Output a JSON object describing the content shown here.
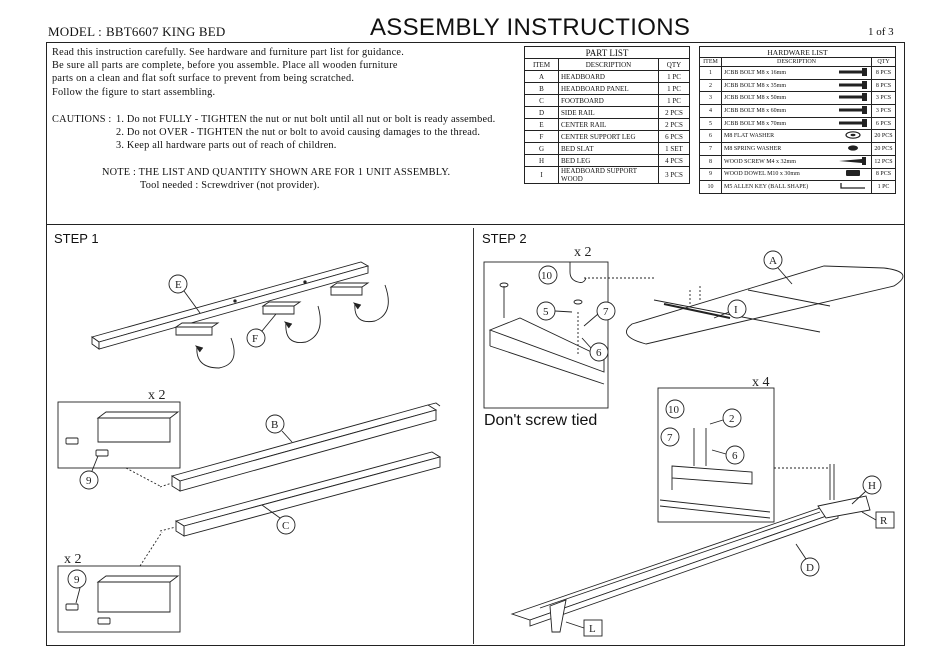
{
  "header": {
    "model_label": "MODEL :",
    "model_value": "BBT6607 KING BED",
    "title": "ASSEMBLY INSTRUCTIONS",
    "page": "1 of 3"
  },
  "intro": [
    "Read this instruction carefully. See hardware and furniture part list for guidance.",
    "Be sure all parts are complete, before you assemble. Place all wooden furniture",
    "parts on a clean and flat soft surface to prevent from being scratched.",
    "Follow the figure to start assembling."
  ],
  "cautions": {
    "label": "CAUTIONS :",
    "items": [
      "1. Do not FULLY - TIGHTEN the nut or nut bolt until all nut or bolt is ready assembed.",
      "2. Do not OVER - TIGHTEN the nut or bolt to avoid causing damages to the thread.",
      "3. Keep all hardware parts out of reach of children."
    ]
  },
  "note": {
    "line1": "NOTE : THE LIST AND QUANTITY SHOWN ARE FOR 1 UNIT ASSEMBLY.",
    "line2": "Tool needed : Screwdriver (not provider)."
  },
  "part_list": {
    "caption": "PART LIST",
    "headers": [
      "ITEM",
      "DESCRIPTION",
      "QTY"
    ],
    "rows": [
      [
        "A",
        "HEADBOARD",
        "1 PC"
      ],
      [
        "B",
        "HEADBOARD PANEL",
        "1 PC"
      ],
      [
        "C",
        "FOOTBOARD",
        "1 PC"
      ],
      [
        "D",
        "SIDE RAIL",
        "2 PCS"
      ],
      [
        "E",
        "CENTER RAIL",
        "2 PCS"
      ],
      [
        "F",
        "CENTER SUPPORT LEG",
        "6 PCS"
      ],
      [
        "G",
        "BED SLAT",
        "1 SET"
      ],
      [
        "H",
        "BED LEG",
        "4 PCS"
      ],
      [
        "I",
        "HEADBOARD SUPPORT WOOD",
        "3 PCS"
      ]
    ]
  },
  "hardware_list": {
    "caption": "HARDWARE LIST",
    "headers": [
      "ITEM",
      "DESCRIPTION",
      "QTY"
    ],
    "rows": [
      {
        "item": "1",
        "desc": "JCBB BOLT M8 x 16mm",
        "qty": "8 PCS",
        "icon": "bolt-icon"
      },
      {
        "item": "2",
        "desc": "JCBB BOLT M8 x 35mm",
        "qty": "8 PCS",
        "icon": "bolt-icon"
      },
      {
        "item": "3",
        "desc": "JCBB BOLT M8 x 50mm",
        "qty": "3 PCS",
        "icon": "bolt-icon"
      },
      {
        "item": "4",
        "desc": "JCBB BOLT M8 x 60mm",
        "qty": "3 PCS",
        "icon": "bolt-icon"
      },
      {
        "item": "5",
        "desc": "JCBB BOLT M8 x 70mm",
        "qty": "6 PCS",
        "icon": "bolt-icon"
      },
      {
        "item": "6",
        "desc": "M8 FLAT WASHER",
        "qty": "20 PCS",
        "icon": "flat-washer-icon"
      },
      {
        "item": "7",
        "desc": "M8 SPRING WASHER",
        "qty": "20 PCS",
        "icon": "spring-washer-icon"
      },
      {
        "item": "8",
        "desc": "WOOD SCREW M4 x 32mm",
        "qty": "12 PCS",
        "icon": "wood-screw-icon"
      },
      {
        "item": "9",
        "desc": "WOOD DOWEL M10 x 30mm",
        "qty": "8 PCS",
        "icon": "wood-dowel-icon"
      },
      {
        "item": "10",
        "desc": "M5 ALLEN KEY (BALL SHAPE)",
        "qty": "1 PC",
        "icon": "allen-key-icon"
      }
    ]
  },
  "step1": {
    "label": "STEP 1",
    "part_tags": [
      "E",
      "F",
      "B",
      "C"
    ],
    "hardware_tags": [
      "9",
      "9"
    ],
    "multiplier_top": "x 2",
    "multiplier_bottom": "x 2"
  },
  "step2": {
    "label": "STEP 2",
    "part_tags": [
      "A",
      "I",
      "H",
      "D"
    ],
    "box_tags": [
      "R",
      "L"
    ],
    "hardware_tags_top": [
      "10",
      "5",
      "7",
      "6"
    ],
    "hardware_tags_right": [
      "10",
      "2",
      "7",
      "6"
    ],
    "multiplier_top": "x 2",
    "multiplier_right": "x 4",
    "warning": "Don't screw tied"
  }
}
